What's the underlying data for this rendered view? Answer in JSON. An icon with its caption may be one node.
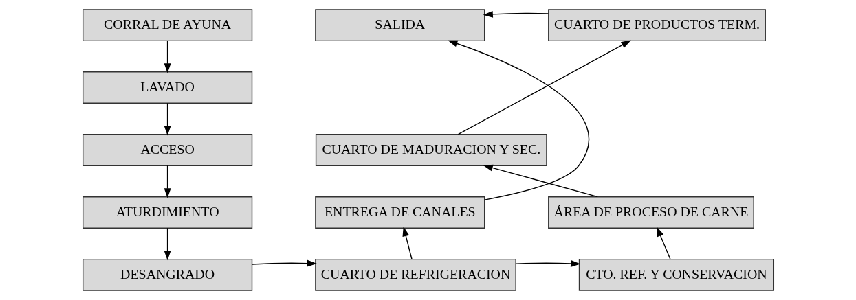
{
  "diagram": {
    "nodes": [
      {
        "text": [
          "CORRAL DE AYUNA"
        ]
      },
      {
        "text": [
          "LAVADO"
        ]
      },
      {
        "text": [
          "ACCESO"
        ]
      },
      {
        "text": [
          "ATURDIMIENTO"
        ]
      },
      {
        "text": [
          "DESANGRADO"
        ]
      },
      {
        "text": [
          "SALIDA"
        ]
      },
      {
        "text": [
          "ENTREGA DE CANALES"
        ]
      },
      {
        "text": [
          "CUARTO DE REFRIGERACION"
        ]
      },
      {
        "text": [
          "CUARTO DE PRODUCTOS TERM."
        ]
      },
      {
        "text": [
          "CUARTO DE MADURACION Y SEC."
        ]
      },
      {
        "text": [
          "ÁREA DE PROCESO DE CARNE"
        ]
      },
      {
        "text": [
          "CTO. REF. Y CONSERVACION"
        ]
      }
    ],
    "edges": [
      {
        "from": 0,
        "to": 1,
        "arrow": "to"
      },
      {
        "from": 1,
        "to": 2,
        "arrow": "to"
      },
      {
        "from": 2,
        "to": 3,
        "arrow": "to"
      },
      {
        "from": 3,
        "to": 4,
        "arrow": "to"
      },
      {
        "from": 4,
        "to": 7,
        "arrow": "to"
      },
      {
        "from": 7,
        "to": 6,
        "arrow": "to"
      },
      {
        "from": 6,
        "to": 5,
        "arrow": "to"
      },
      {
        "from": 7,
        "to": 11,
        "arrow": "to"
      },
      {
        "from": 11,
        "to": 10,
        "arrow": "to"
      },
      {
        "from": 10,
        "to": 9,
        "arrow": "to"
      },
      {
        "from": 9,
        "to": 8,
        "arrow": "to"
      },
      {
        "from": 8,
        "to": 5,
        "arrow": "to"
      }
    ]
  }
}
